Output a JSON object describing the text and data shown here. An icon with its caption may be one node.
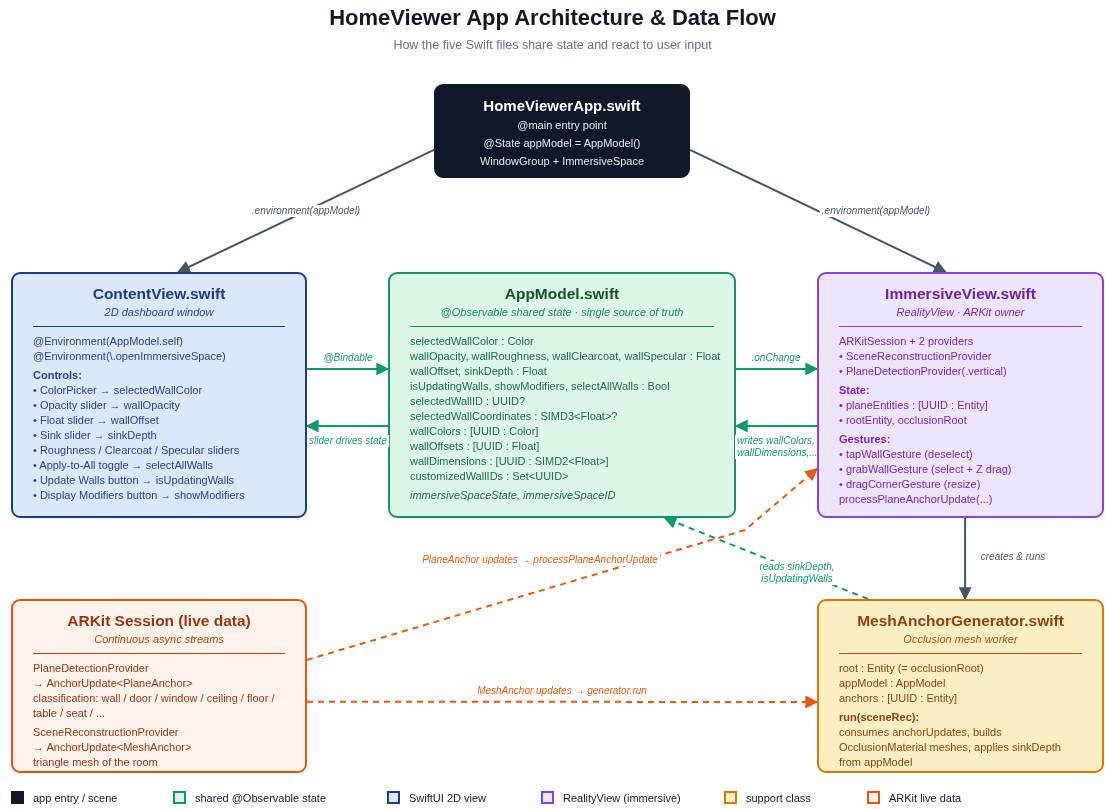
{
  "diagram": {
    "title": "HomeViewer App Architecture & Data Flow",
    "caption": "How the five Swift files share state and react to user input",
    "nodes": [
      {
        "text": [
          "HomeViewerApp.swift",
          "@main entry point",
          "@State appModel = AppModel()",
          "WindowGroup + ImmersiveSpace"
        ]
      },
      {
        "text": [
          "ContentView.swift",
          "2D dashboard window",
          "@Environment(AppModel.self)",
          "@Environment(\\.openImmersiveSpace)",
          "Controls:",
          "• ColorPicker → selectedWallColor",
          "• Opacity slider → wallOpacity",
          "• Float slider → wallOffset",
          "• Sink slider → sinkDepth",
          "• Roughness / Clearcoat / Specular sliders",
          "• Apply-to-All toggle → selectAllWalls",
          "• Update Walls button → isUpdatingWalls",
          "• Display Modifiers button → showModifiers"
        ]
      },
      {
        "text": [
          "AppModel.swift",
          "@Observable shared state · single source of truth",
          "selectedWallColor : Color",
          "wallOpacity, wallRoughness, wallClearcoat, wallSpecular : Float",
          "wallOffset, sinkDepth : Float",
          "isUpdatingWalls, showModifiers, selectAllWalls : Bool",
          "selectedWallID : UUID?",
          "selectedWallCoordinates : SIMD3<Float>?",
          "wallColors : [UUID : Color]",
          "wallOffsets : [UUID : Float]",
          "wallDimensions : [UUID : SIMD2<Float>]",
          "customizedWallIDs : Set<UUID>",
          "immersiveSpaceState, immersiveSpaceID"
        ]
      },
      {
        "text": [
          "ImmersiveView.swift",
          "RealityView · ARKit owner",
          "ARKitSession + 2 providers",
          "• SceneReconstructionProvider",
          "• PlaneDetectionProvider(.vertical)",
          "State:",
          "• planeEntities : [UUID : Entity]",
          "• rootEntity, occlusionRoot",
          "Gestures:",
          "• tapWallGesture (deselect)",
          "• grabWallGesture (select + Z drag)",
          "• dragCornerGesture (resize)",
          "processPlaneAnchorUpdate(...)"
        ]
      },
      {
        "text": [
          "ARKit Session (live data)",
          "Continuous async streams",
          "PlaneDetectionProvider",
          "→ AnchorUpdate<PlaneAnchor>",
          "classification: wall / door / window / ceiling / floor / table / seat / ...",
          "SceneReconstructionProvider",
          "→ AnchorUpdate<MeshAnchor>",
          "triangle mesh of the room"
        ]
      },
      {
        "text": [
          "MeshAnchorGenerator.swift",
          "Occlusion mesh worker",
          "root : Entity (= occlusionRoot)",
          "appModel : AppModel",
          "anchors : [UUID : Entity]",
          "run(sceneRec):",
          "consumes anchorUpdates, builds OcclusionMaterial meshes, applies sinkDepth from appModel"
        ]
      }
    ],
    "edges": [
      {
        "from": 0,
        "to": 1,
        "arrow": "to",
        "label": ".environment(appModel)"
      },
      {
        "from": 0,
        "to": 3,
        "arrow": "to",
        "label": ".environment(appModel)"
      },
      {
        "from": 1,
        "to": 2,
        "arrow": "to",
        "label": "@Bindable",
        "color": "#0f9a6a"
      },
      {
        "from": 2,
        "to": 3,
        "arrow": "to",
        "label": ".onChange",
        "color": "#0f9a6a"
      },
      {
        "from": 3,
        "to": 2,
        "arrow": "to",
        "label": "writes wallColors, wallDimensions,...",
        "color": "#0f9a6a"
      },
      {
        "from": 2,
        "to": 1,
        "arrow": "to",
        "label": "slider drives state",
        "color": "#0f9a6a"
      },
      {
        "from": 3,
        "to": 5,
        "arrow": "to",
        "label": "creates & runs"
      },
      {
        "from": 5,
        "to": 2,
        "arrow": "to",
        "label": "reads sinkDepth, isUpdatingWalls",
        "style": "dashed",
        "color": "#0f9a6a"
      },
      {
        "from": 4,
        "to": 3,
        "arrow": "to",
        "label": "PlaneAnchor updates → processPlaneAnchorUpdate",
        "style": "dashed",
        "color": "#e8590c"
      },
      {
        "from": 4,
        "to": 5,
        "arrow": "to",
        "label": "MeshAnchor updates → generator.run",
        "style": "dashed",
        "color": "#e8590c"
      }
    ],
    "legend": [
      {
        "text": "app entry / scene",
        "color": "#111827"
      },
      {
        "text": "shared @Observable state",
        "color": "#dcf7e6"
      },
      {
        "text": "SwiftUI 2D view",
        "color": "#dbe7fb"
      },
      {
        "text": "RealityView (immersive)",
        "color": "#ede5fd"
      },
      {
        "text": "support class",
        "color": "#faefc4"
      },
      {
        "text": "ARKit live data",
        "color": "#fef3ea"
      }
    ]
  }
}
